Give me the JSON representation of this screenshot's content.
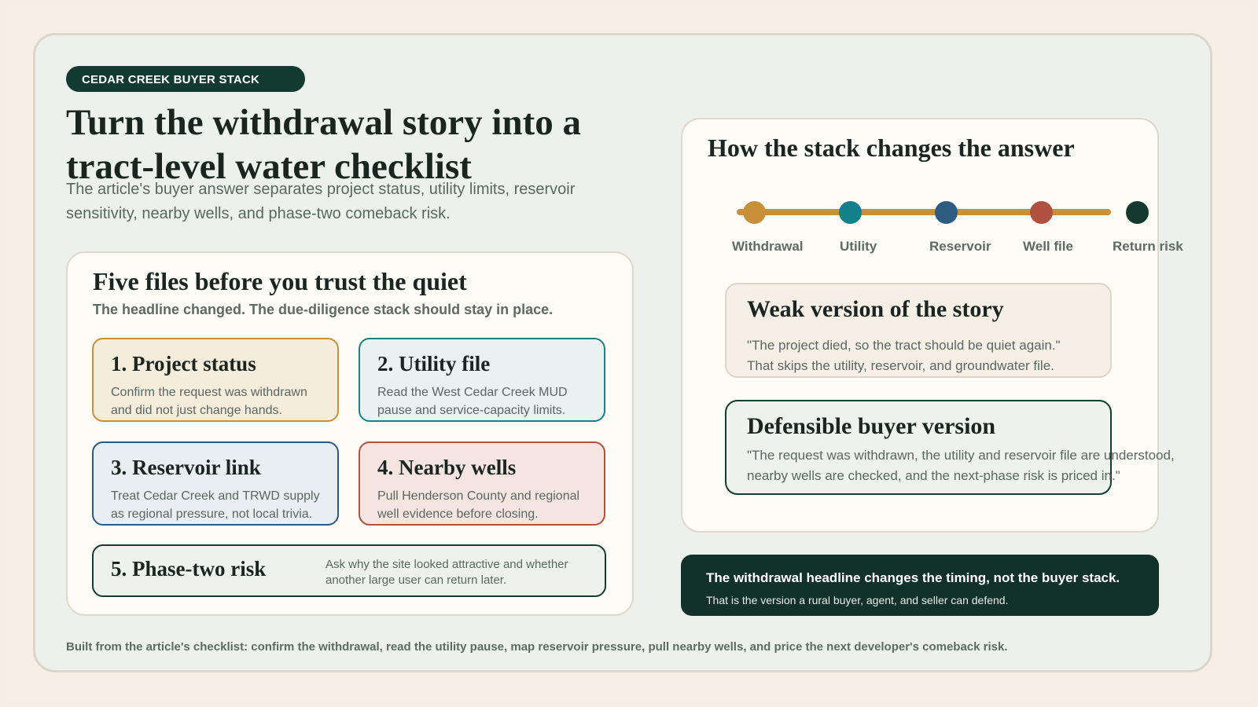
{
  "eyebrow": "CEDAR CREEK BUYER STACK",
  "header": {
    "title": "Turn the withdrawal story into a tract-level water checklist",
    "subtitle": "The article's buyer answer separates project status, utility limits, reservoir sensitivity, nearby wells, and phase-two comeback risk."
  },
  "files": {
    "title": "Five files before you trust the quiet",
    "subtitle": "The headline changed. The due-diligence stack should stay in place.",
    "items": [
      {
        "title": "1. Project status",
        "text": "Confirm the request was withdrawn and did not just change hands.",
        "color": "#c9903a"
      },
      {
        "title": "2. Utility file",
        "text": "Read the West Cedar Creek MUD pause and service-capacity limits.",
        "color": "#1f7f85"
      },
      {
        "title": "3. Reservoir link",
        "text": "Treat Cedar Creek and TRWD supply as regional pressure, not local trivia.",
        "color": "#2c5a82"
      },
      {
        "title": "4. Nearby wells",
        "text": "Pull Henderson County and regional well evidence before closing.",
        "color": "#b0533e"
      },
      {
        "title": "5. Phase-two risk",
        "text": "Ask why the site looked attractive and whether another large user can return later.",
        "color": "#163c31"
      }
    ]
  },
  "stack": {
    "title": "How the stack changes the answer",
    "steps": [
      {
        "label": "Withdrawal",
        "color": "#c9903a"
      },
      {
        "label": "Utility",
        "color": "#12818a"
      },
      {
        "label": "Reservoir",
        "color": "#2d5c83"
      },
      {
        "label": "Well file",
        "color": "#b0503e"
      },
      {
        "label": "Return risk",
        "color": "#143a30"
      }
    ],
    "weak": {
      "title": "Weak version of the story",
      "line1": "\"The project died, so the tract should be quiet again.\"",
      "line2": "That skips the utility, reservoir, and groundwater file."
    },
    "strong": {
      "title": "Defensible buyer version",
      "line1": "\"The request was withdrawn, the utility and reservoir file are understood,",
      "line2": "nearby wells are checked, and the next-phase risk is priced in.\""
    }
  },
  "callout": {
    "headline": "The withdrawal headline changes the timing, not the buyer stack.",
    "subline": "That is the version a rural buyer, agent, and seller can defend."
  },
  "footer": "Built from the article's checklist: confirm the withdrawal, read the utility pause, map reservoir pressure, pull nearby wells, and price the next developer's comeback risk."
}
